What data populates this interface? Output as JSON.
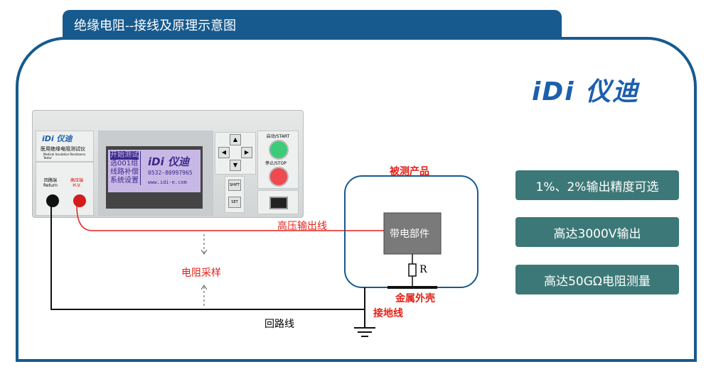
{
  "title": "绝缘电阻--接线及原理示意图",
  "logo": "iDi 仪迪",
  "device": {
    "brand": "iDi 仪迪",
    "name_cn": "医用绝缘电阻测试仪",
    "name_en": "Medical Insulation Resistance Tester",
    "return_label": "回路端",
    "return_en": "Return",
    "hv_label": "高压端",
    "hv_en": "H.V.",
    "lcd_lines": [
      "开始测试",
      "选001组",
      "线路补偿",
      "系统设置"
    ],
    "lcd_brand": "iDi 仪迪",
    "lcd_phone": "0532-80997965",
    "lcd_web": "www.idi-e.com",
    "start": "启动/START",
    "stop": "停止/STOP",
    "shift": "SHIFT",
    "set": "SET"
  },
  "diagram": {
    "product": "被测产品",
    "live_part": "带电部件",
    "resistor": "R",
    "metal_case": "金属外壳",
    "hv_line": "高压输出线",
    "sampling": "电阻采样",
    "return_line": "回路线",
    "ground_line": "接地线"
  },
  "features": [
    "1%、2%输出精度可选",
    "高达3000V输出",
    "高达50GΩ电阻测量"
  ],
  "colors": {
    "brand": "#175a8e",
    "feature": "#3d7878",
    "red": "#e2231a"
  }
}
